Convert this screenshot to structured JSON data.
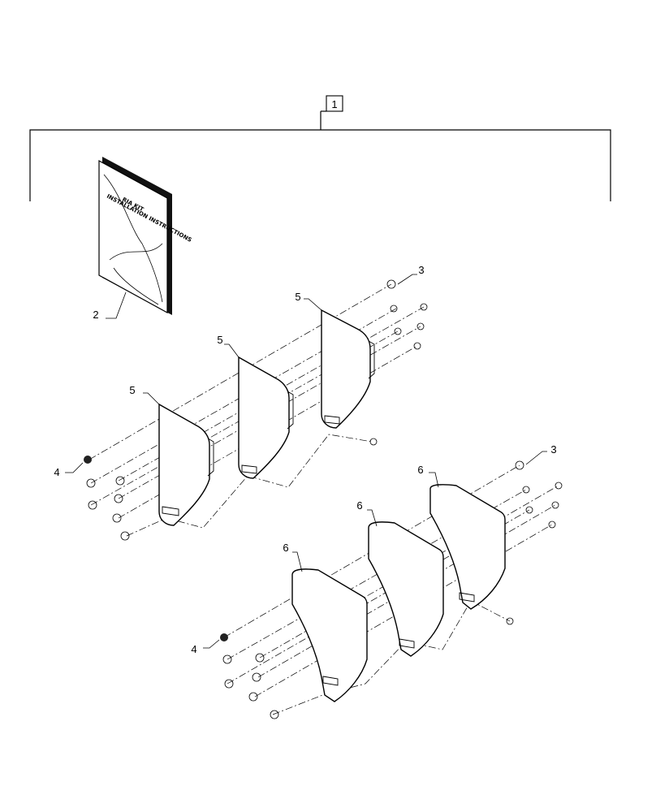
{
  "diagram": {
    "callouts": [
      {
        "id": "1",
        "label": "1",
        "boxed": true
      },
      {
        "id": "2",
        "label": "2"
      },
      {
        "id": "3a",
        "label": "3"
      },
      {
        "id": "3b",
        "label": "3"
      },
      {
        "id": "4a",
        "label": "4"
      },
      {
        "id": "4b",
        "label": "4"
      },
      {
        "id": "5a",
        "label": "5"
      },
      {
        "id": "5b",
        "label": "5"
      },
      {
        "id": "5c",
        "label": "5"
      },
      {
        "id": "6a",
        "label": "6"
      },
      {
        "id": "6b",
        "label": "6"
      },
      {
        "id": "6c",
        "label": "6"
      }
    ],
    "book": {
      "line1": "RIA KIT",
      "line2": "INSTALLATION INSTRUCTIONS"
    }
  }
}
